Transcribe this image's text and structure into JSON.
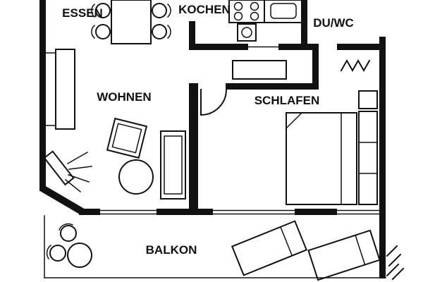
{
  "title": "apartment-floor-plan",
  "rooms": {
    "essen": {
      "label": "ESSEN"
    },
    "kochen": {
      "label": "KOCHEN"
    },
    "duwc": {
      "label": "DU/WC"
    },
    "wohnen": {
      "label": "WOHNEN"
    },
    "schlafen": {
      "label": "SCHLAFEN"
    },
    "balkon": {
      "label": "BALKON"
    }
  },
  "colors": {
    "wall": "#111111",
    "background": "#ffffff"
  }
}
